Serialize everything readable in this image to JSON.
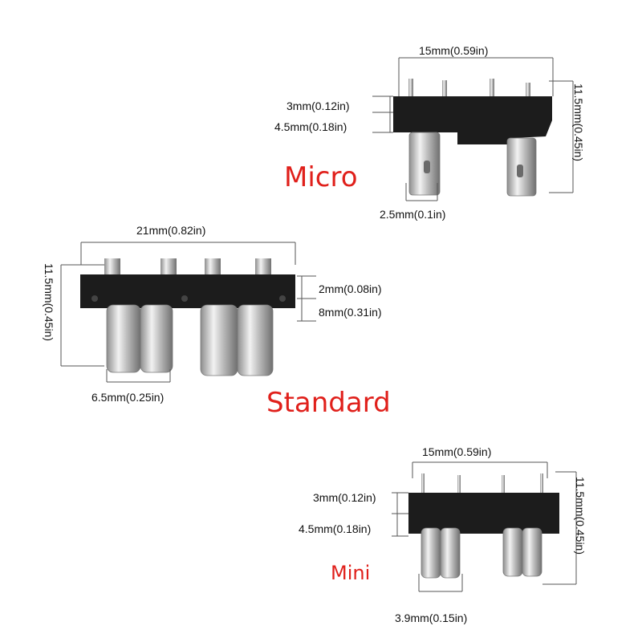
{
  "micro": {
    "label": "Micro",
    "width_dim": "15mm(0.59in)",
    "height_dim": "11.5mm(0.45in)",
    "top_dim": "3mm(0.12in)",
    "mid_dim": "4.5mm(0.18in)",
    "pin_dim": "2.5mm(0.1in)"
  },
  "standard": {
    "label": "Standard",
    "width_dim": "21mm(0.82in)",
    "height_dim": "11.5mm(0.45in)",
    "top_dim": "2mm(0.08in)",
    "mid_dim": "8mm(0.31in)",
    "pin_dim": "6.5mm(0.25in)"
  },
  "mini": {
    "label": "Mini",
    "width_dim": "15mm(0.59in)",
    "height_dim": "11.5mm(0.45in)",
    "top_dim": "3mm(0.12in)",
    "mid_dim": "4.5mm(0.18in)",
    "pin_dim": "3.9mm(0.15in)"
  },
  "colors": {
    "label_red": "#e0201b",
    "connector_body": "#1c1c1c",
    "metal": "#c9c9c9"
  }
}
